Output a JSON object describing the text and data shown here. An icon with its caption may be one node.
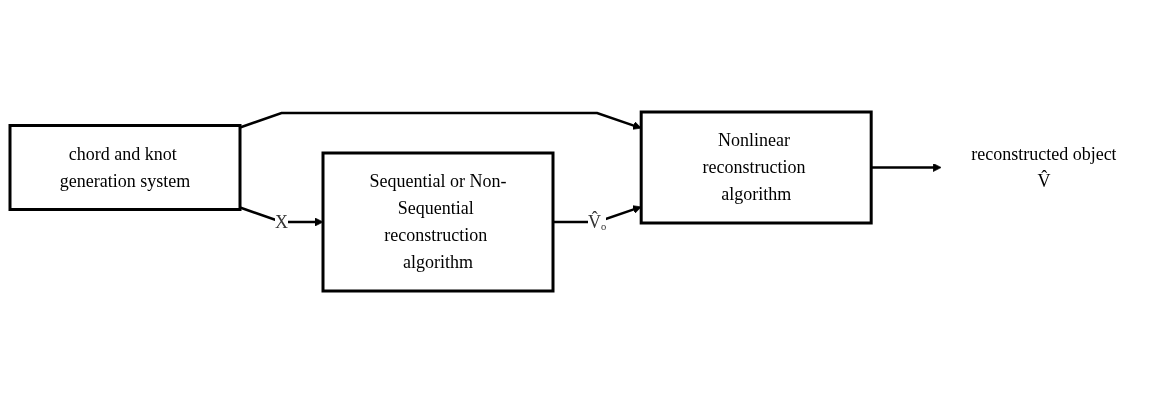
{
  "diagram": {
    "nodes": [
      {
        "text": [
          "chord and knot generation system"
        ]
      },
      {
        "text": [
          "Sequential or Non-Sequential reconstruction algorithm"
        ]
      },
      {
        "text": [
          "Nonlinear reconstruction algorithm"
        ]
      },
      {
        "text": [
          "reconstructed object",
          "V̂"
        ]
      }
    ],
    "edges": [
      {
        "from": 0,
        "to": 1,
        "arrow": "to",
        "label": "X"
      },
      {
        "from": 0,
        "to": 2,
        "arrow": "to"
      },
      {
        "from": 1,
        "to": 2,
        "arrow": "to",
        "label": "V̂ₒ"
      },
      {
        "from": 2,
        "to": 3,
        "arrow": "to"
      }
    ]
  }
}
